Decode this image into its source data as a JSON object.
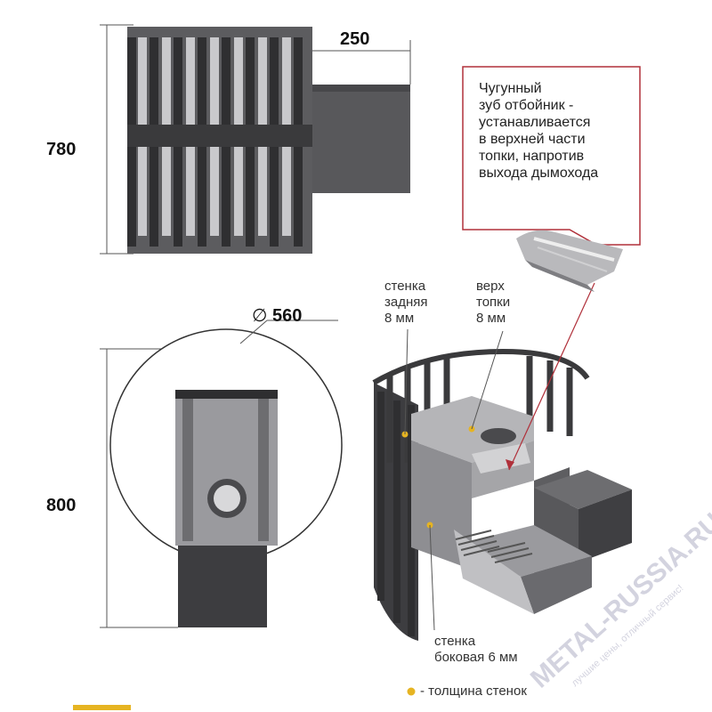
{
  "dimensions": {
    "height_top": "780",
    "chimney_length": "250",
    "diameter": "560",
    "height_bottom": "800"
  },
  "callout": {
    "lines": [
      "Чугунный",
      "зуб отбойник -",
      "устанавливается",
      "в верхней части",
      "топки, напротив",
      "выхода дымохода"
    ]
  },
  "labels": {
    "back_wall": [
      "стенка",
      "задняя",
      "8 мм"
    ],
    "top_firebox": [
      "верх",
      "топки",
      "8 мм"
    ],
    "side_wall": [
      "стенка",
      "боковая 6 мм"
    ]
  },
  "legend": {
    "text": "- толщина стенок",
    "marker_color": "#e6b422"
  },
  "watermark": {
    "text": "METAL-RUSSIA.RU",
    "subtext": "лучшие цены, отличный сервис!"
  },
  "colors": {
    "steel_dark": "#4d4d4f",
    "steel_mid": "#6a6a6d",
    "steel_light": "#b8b8bb",
    "callout_border": "#b0303a",
    "accent": "#e6b422"
  }
}
